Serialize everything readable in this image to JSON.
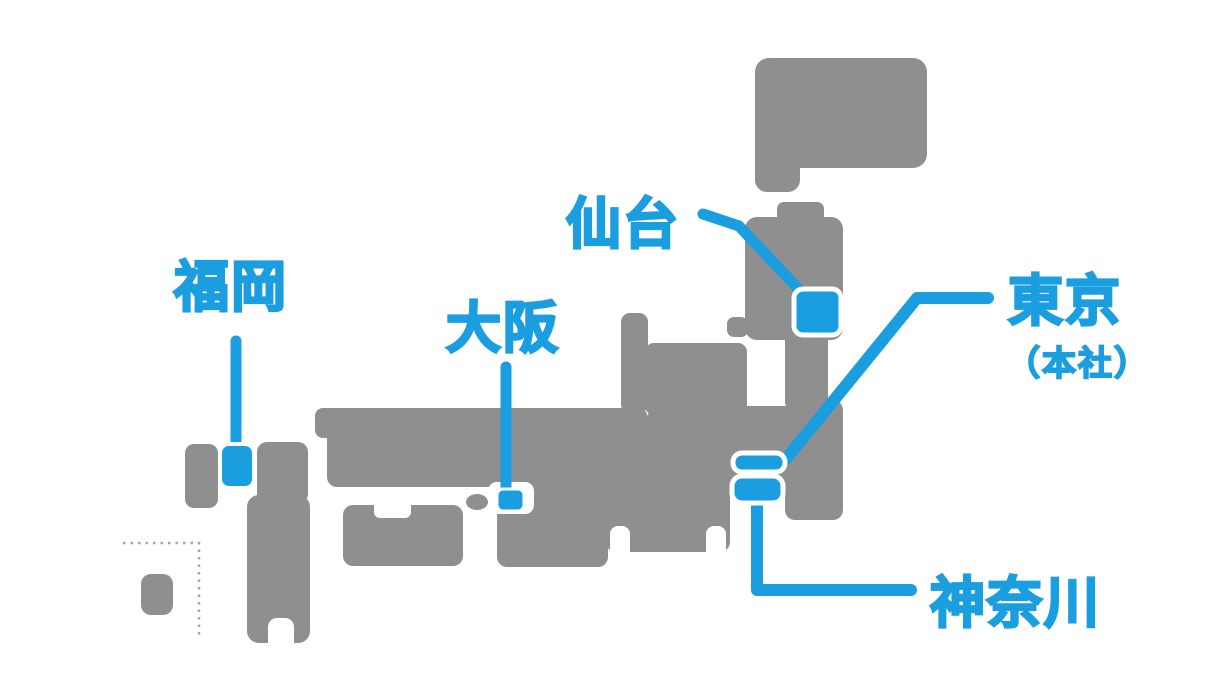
{
  "colors": {
    "accent_blue": "#1B9EE0",
    "land_gray": "#8F8F8F",
    "background": "#FFFFFF"
  },
  "map": {
    "description": "Stylized block map of Japan with office location markers",
    "regions": [
      "hokkaido",
      "tohoku",
      "kanto",
      "chubu",
      "kinki",
      "chugoku",
      "shikoku",
      "kyushu",
      "sado-island",
      "awaji-island",
      "okinawa"
    ]
  },
  "locations": [
    {
      "id": "sendai",
      "label": "仙台"
    },
    {
      "id": "fukuoka",
      "label": "福岡"
    },
    {
      "id": "osaka",
      "label": "大阪"
    },
    {
      "id": "tokyo",
      "label": "東京",
      "sublabel": "（本社）"
    },
    {
      "id": "kanagawa",
      "label": "神奈川"
    }
  ]
}
